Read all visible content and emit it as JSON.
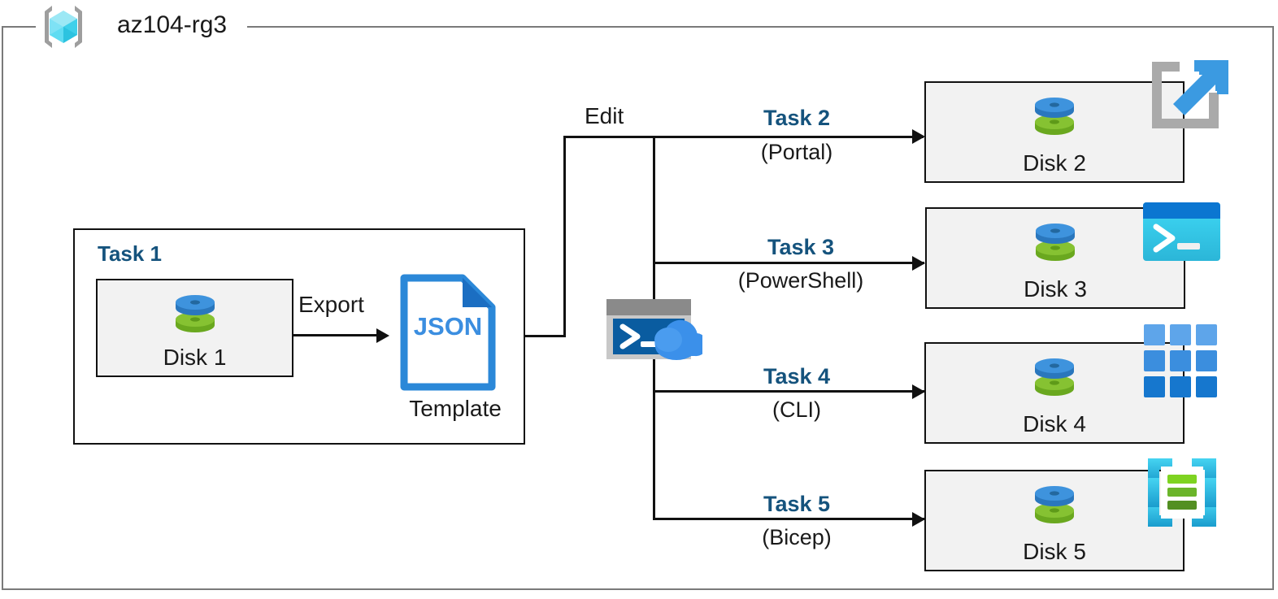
{
  "resource_group": {
    "name": "az104-rg3",
    "icon": "resource-group-cube-icon",
    "frame_color": "#7a7a7a"
  },
  "task1": {
    "title": "Task 1",
    "disk": {
      "label": "Disk 1",
      "icon": "managed-disk-icon"
    }
  },
  "template": {
    "file_label": "JSON",
    "caption": "Template",
    "icon": "json-file-icon",
    "accent_color": "#2b88d8"
  },
  "edges": {
    "export": "Export",
    "edit": "Edit"
  },
  "cloudshell": {
    "icon": "cloud-shell-icon",
    "prompt": ">_"
  },
  "tasks": [
    {
      "task_label": "Task 2",
      "tool_label": "(Portal)",
      "disk_label": "Disk 2",
      "disk_icon": "managed-disk-icon",
      "tool_icon": "azure-portal-icon",
      "accent_color": "#3b9ae1"
    },
    {
      "task_label": "Task 3",
      "tool_label": "(PowerShell)",
      "disk_label": "Disk 3",
      "disk_icon": "managed-disk-icon",
      "tool_icon": "powershell-icon",
      "accent_color": "#30c6f0"
    },
    {
      "task_label": "Task 4",
      "tool_label": "(CLI)",
      "disk_label": "Disk 4",
      "disk_icon": "managed-disk-icon",
      "tool_icon": "azure-cli-grid-icon",
      "accent_color": "#2f7fd8"
    },
    {
      "task_label": "Task 5",
      "tool_label": "(Bicep)",
      "disk_label": "Disk 5",
      "disk_icon": "managed-disk-icon",
      "tool_icon": "bicep-icon",
      "accent_color": "#31c3ea"
    }
  ],
  "colors": {
    "task_title": "#15537d",
    "line": "#111111",
    "disk_box_fill": "#f2f2f2",
    "disk_blue": "#3b8fd8",
    "disk_green": "#76b72a"
  }
}
